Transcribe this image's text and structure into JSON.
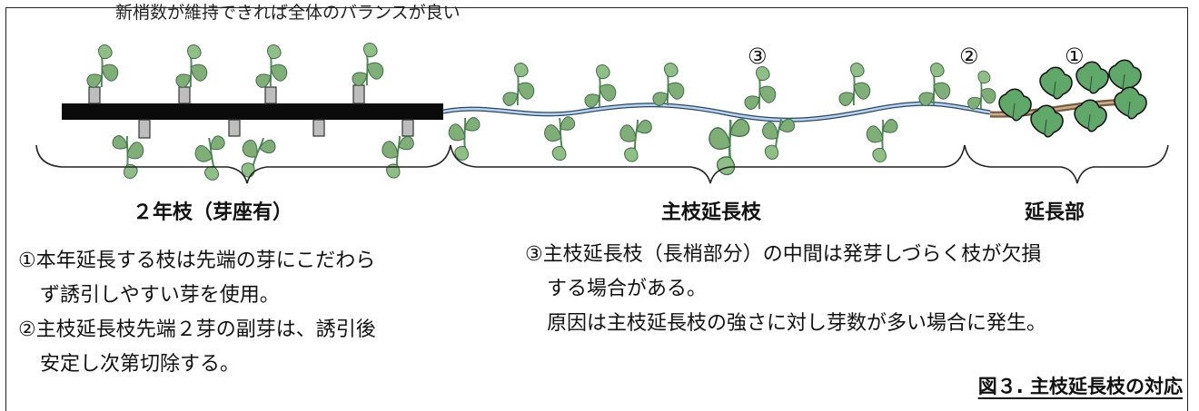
{
  "top_text": "新梢数が維持できれば全体のバランスが良い",
  "sections": {
    "two_year": "２年枝（芽座有）",
    "main_extension": "主枝延長枝",
    "extension_part": "延長部"
  },
  "markers": [
    "③",
    "②",
    "①"
  ],
  "notes_left": [
    "①本年延長する枝は先端の芽にこだわら",
    "ず誘引しやすい芽を使用。",
    "②主枝延長枝先端２芽の副芽は、誘引後",
    "安定し次第切除する。"
  ],
  "notes_right": [
    "③主枝延長枝（長梢部分）の中間は発芽しづらく枝が欠損",
    "する場合がある。",
    "原因は主枝延長枝の強さに対し芽数が多い場合に発生。"
  ],
  "caption": "図３. 主枝延長枝の対応",
  "colors": {
    "leaf": "#7fae76",
    "leaf_dark": "#4f8a57",
    "cane": "#0b0b0b",
    "stub": "#bdbdbd",
    "vine": "#9fbcd9"
  }
}
